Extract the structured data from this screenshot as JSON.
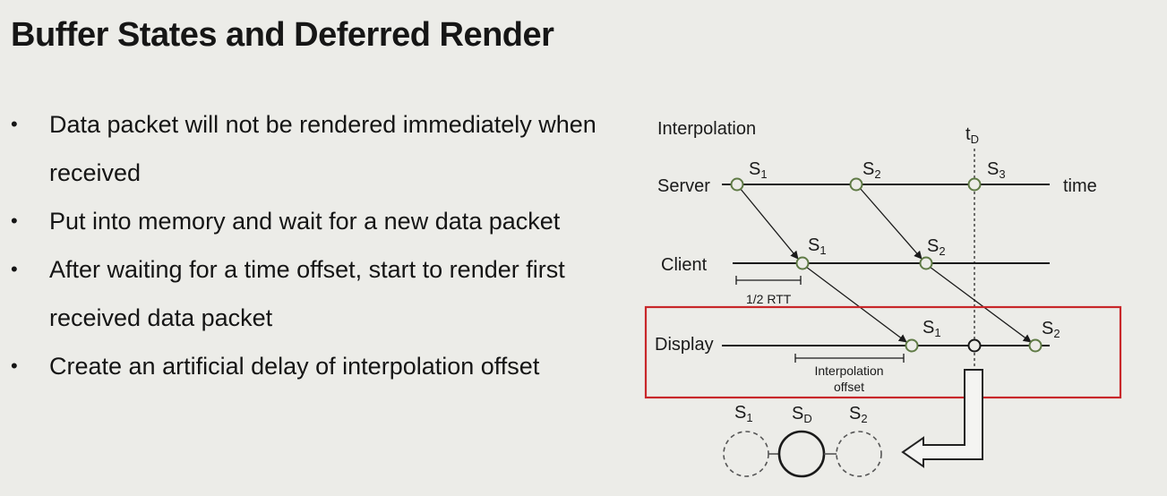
{
  "slide": {
    "title": "Buffer States and Deferred Render",
    "bullets": [
      "Data packet will not be rendered immediately when received",
      "Put into memory and wait for a new data packet",
      "After waiting for a time offset, start to render first received data packet",
      "Create an artificial delay of interpolation offset"
    ],
    "bullet_symbol": "•"
  },
  "diagram": {
    "heading": "Interpolation",
    "t_marker": {
      "base": "t",
      "sub": "D"
    },
    "rows": {
      "server": "Server",
      "client": "Client",
      "display": "Display"
    },
    "time_label": "time",
    "server_samples": [
      {
        "base": "S",
        "sub": "1"
      },
      {
        "base": "S",
        "sub": "2"
      },
      {
        "base": "S",
        "sub": "3"
      }
    ],
    "client_samples": [
      {
        "base": "S",
        "sub": "1"
      },
      {
        "base": "S",
        "sub": "2"
      }
    ],
    "display_samples": [
      {
        "base": "S",
        "sub": "1"
      },
      {
        "base": "S",
        "sub": "2"
      }
    ],
    "rtt_label": "1/2 RTT",
    "offset_label_line1": "Interpolation",
    "offset_label_line2": "offset",
    "bottom_states": [
      {
        "base": "S",
        "sub": "1"
      },
      {
        "base": "S",
        "sub": "D"
      },
      {
        "base": "S",
        "sub": "2"
      }
    ],
    "colors": {
      "sample_stroke": "#5f7a45",
      "highlight_box": "#c8272a",
      "line": "#1a1a1a",
      "arrow_fill": "#f4f4f2"
    }
  }
}
